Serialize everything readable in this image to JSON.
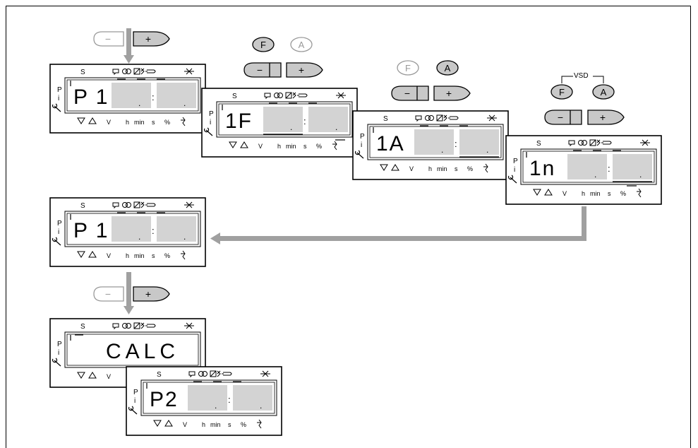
{
  "panel_labels": {
    "s": "S",
    "p": "P",
    "i": "i",
    "v": "V",
    "h": "h",
    "min": "min",
    "sec": "s",
    "pct": "%"
  },
  "displays": {
    "p1_top": {
      "text": "P 1",
      "decimal_left": ".",
      "sep": ":",
      "decimal_right": "."
    },
    "tf": {
      "text": "1F",
      "decimal_left": ".",
      "sep": ":",
      "decimal_right": "."
    },
    "ta": {
      "text": "1A",
      "decimal_left": ".",
      "sep": ":",
      "decimal_right": "."
    },
    "tn": {
      "text": "1n",
      "decimal_left": ".",
      "sep": ":",
      "decimal_right": "."
    },
    "p1_mid": {
      "text": "P 1",
      "decimal_left": ".",
      "sep": ":",
      "decimal_right": "."
    },
    "calc": {
      "text": "CALC"
    },
    "p2": {
      "text": "P2",
      "decimal_left": ".",
      "sep": ":",
      "decimal_right": "."
    }
  },
  "buttons": {
    "minus": "−",
    "plus": "+",
    "f": "F",
    "a": "A"
  },
  "vsd_label": "VSD",
  "icons": [
    "triangle-down-icon",
    "triangle-up-icon",
    "wrench-icon",
    "flame-icon",
    "fan-icon",
    "valve-icon",
    "oil-icon",
    "ignition-icon",
    "fault-icon"
  ],
  "colors": {
    "segment_fill": "#d3d3d3",
    "arrow": "#a0a0a0",
    "button_dark": "#c8c8c8",
    "button_light": "#ffffff"
  }
}
